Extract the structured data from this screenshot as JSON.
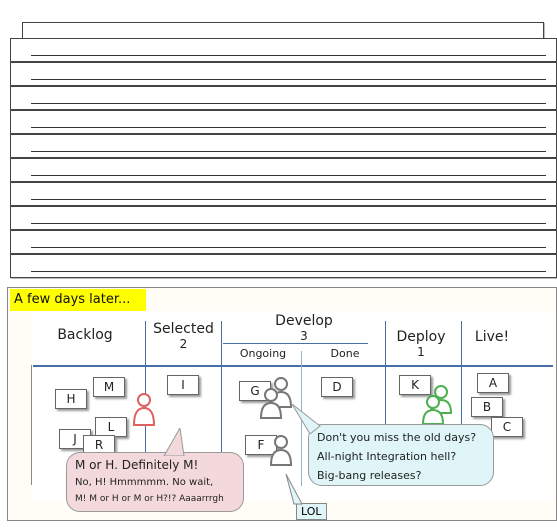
{
  "caption": "A few days later...",
  "board": {
    "columns": [
      {
        "title": "Backlog",
        "limit": ""
      },
      {
        "title": "Selected",
        "limit": "2"
      },
      {
        "title": "Develop",
        "limit": "3"
      },
      {
        "title": "Deploy",
        "limit": "1"
      },
      {
        "title": "Live!",
        "limit": ""
      }
    ],
    "subcolumns": {
      "ongoing": "Ongoing",
      "done": "Done"
    },
    "cards": {
      "backlog": [
        "M",
        "H",
        "L",
        "J",
        "R"
      ],
      "selected": [
        "I"
      ],
      "ongoing": [
        "G",
        "F"
      ],
      "done": [
        "D"
      ],
      "deploy": [
        "K"
      ],
      "live": [
        "A",
        "B",
        "C"
      ]
    }
  },
  "bubbles": {
    "pink": [
      "M or H. Definitely M!",
      "No, H! Hmmmmm. No wait,",
      "M! M or H or M or H?!? Aaaarrrgh"
    ],
    "blue": [
      "Don't you miss the old days?",
      "All-night Integration hell?",
      "Big-bang releases?"
    ],
    "lol": "LOL"
  },
  "colors": {
    "caption_bg": "#ffff00",
    "pink_person": "#e06060",
    "green_person": "#4cb050",
    "grey_person": "#777777"
  }
}
